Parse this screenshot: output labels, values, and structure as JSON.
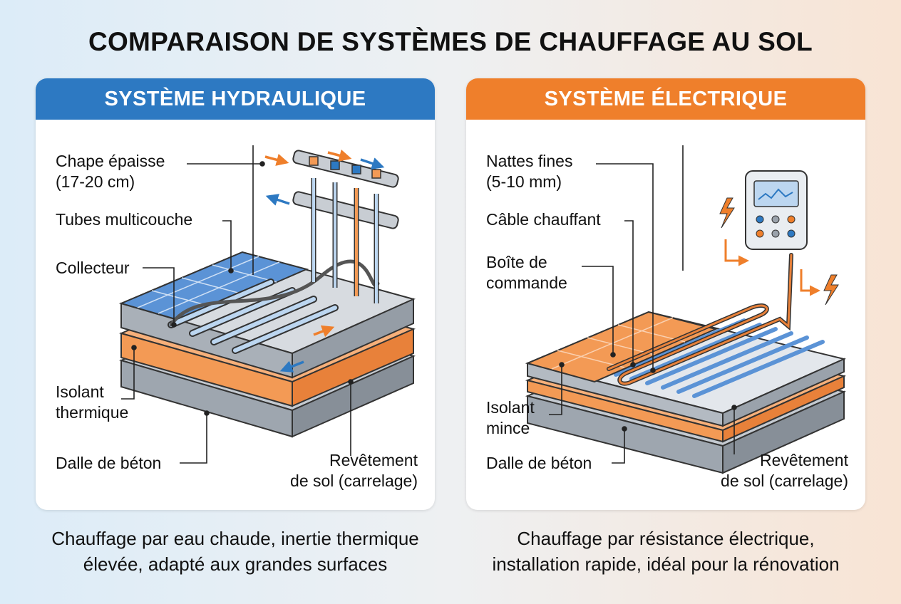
{
  "title": "COMPARAISON DE SYSTÈMES DE CHAUFFAGE AU SOL",
  "colors": {
    "hydraulic_accent": "#2d79c2",
    "electric_accent": "#ef7f2b",
    "insulation": "#f39a55",
    "concrete": "#b5bcc4",
    "tile_blue": "#5b93d6",
    "tile_orange": "#f39a55"
  },
  "hydraulic": {
    "header": "SYSTÈME HYDRAULIQUE",
    "labels": {
      "chape_l1": "Chape épaisse",
      "chape_l2": "(17-20 cm)",
      "tubes": "Tubes multicouche",
      "collecteur": "Collecteur",
      "isolant_l1": "Isolant",
      "isolant_l2": "thermique",
      "dalle": "Dalle de béton",
      "revetement_l1": "Revêtement",
      "revetement_l2": "de sol (carrelage)"
    },
    "caption_l1": "Chauffage par eau chaude, inertie thermique",
    "caption_l2": "élevée, adapté aux grandes surfaces"
  },
  "electric": {
    "header": "SYSTÈME ÉLECTRIQUE",
    "labels": {
      "nattes_l1": "Nattes fines",
      "nattes_l2": "(5-10 mm)",
      "cable": "Câble chauffant",
      "boite_l1": "Boîte de",
      "boite_l2": "commande",
      "isolant_l1": "Isolant",
      "isolant_l2": "mince",
      "dalle": "Dalle de béton",
      "revetement_l1": "Revêtement",
      "revetement_l2": "de sol (carrelage)"
    },
    "caption_l1": "Chauffage par résistance électrique,",
    "caption_l2": "installation rapide, idéal pour la rénovation"
  }
}
